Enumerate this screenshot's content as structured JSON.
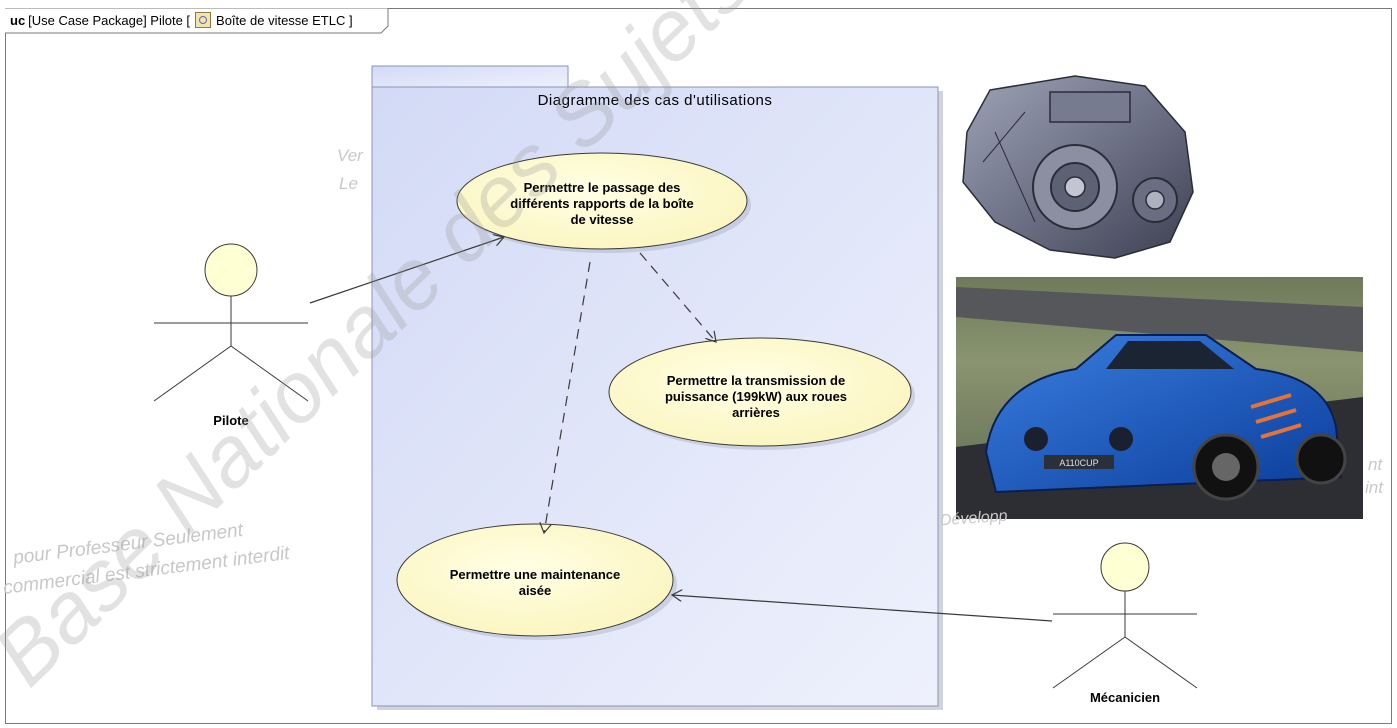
{
  "frame": {
    "kind": "uc",
    "header": "[Use Case Package] Pilote [",
    "package_name": "Boîte de vitesse ETLC ]"
  },
  "package": {
    "title": "Diagramme des cas d'utilisations"
  },
  "actors": [
    {
      "id": "pilote",
      "name": "Pilote"
    },
    {
      "id": "mecanicien",
      "name": "Mécanicien"
    }
  ],
  "use_cases": [
    {
      "id": "uc1",
      "lines": [
        "Permettre le passage des",
        "différents rapports de la boîte",
        "de vitesse"
      ]
    },
    {
      "id": "uc2",
      "lines": [
        "Permettre la transmission de",
        "puissance (199kW) aux roues",
        "arrières"
      ]
    },
    {
      "id": "uc3",
      "lines": [
        "Permettre une maintenance",
        "aisée"
      ]
    }
  ],
  "relations": [
    {
      "from": "pilote",
      "to": "uc1",
      "type": "association"
    },
    {
      "from": "uc1",
      "to": "uc2",
      "type": "dependency"
    },
    {
      "from": "uc1",
      "to": "uc3",
      "type": "dependency"
    },
    {
      "from": "mecanicien",
      "to": "uc3",
      "type": "association"
    }
  ],
  "images": [
    {
      "id": "gearbox-photo",
      "subject": "gearbox"
    },
    {
      "id": "car-photo",
      "subject": "race-car",
      "text": "A110CUP"
    }
  ],
  "watermarks": {
    "diagonal": "Base Nationale des Sujets d'Examens",
    "left_1": "pour Professeur Seulement",
    "left_2": "commercial est strictement interdit",
    "mid_1": "Ver",
    "mid_2": "Le",
    "right_1": "nt",
    "right_2": "int",
    "right_3": "Développ"
  },
  "colors": {
    "package_fill_top": "#e4e8f9",
    "package_fill_bottom": "#d2d9f5",
    "package_border": "#8a93b8",
    "use_case_fill": "#ffffd4",
    "actor_fill": "#ffffd4",
    "line": "#3a3a3a"
  }
}
